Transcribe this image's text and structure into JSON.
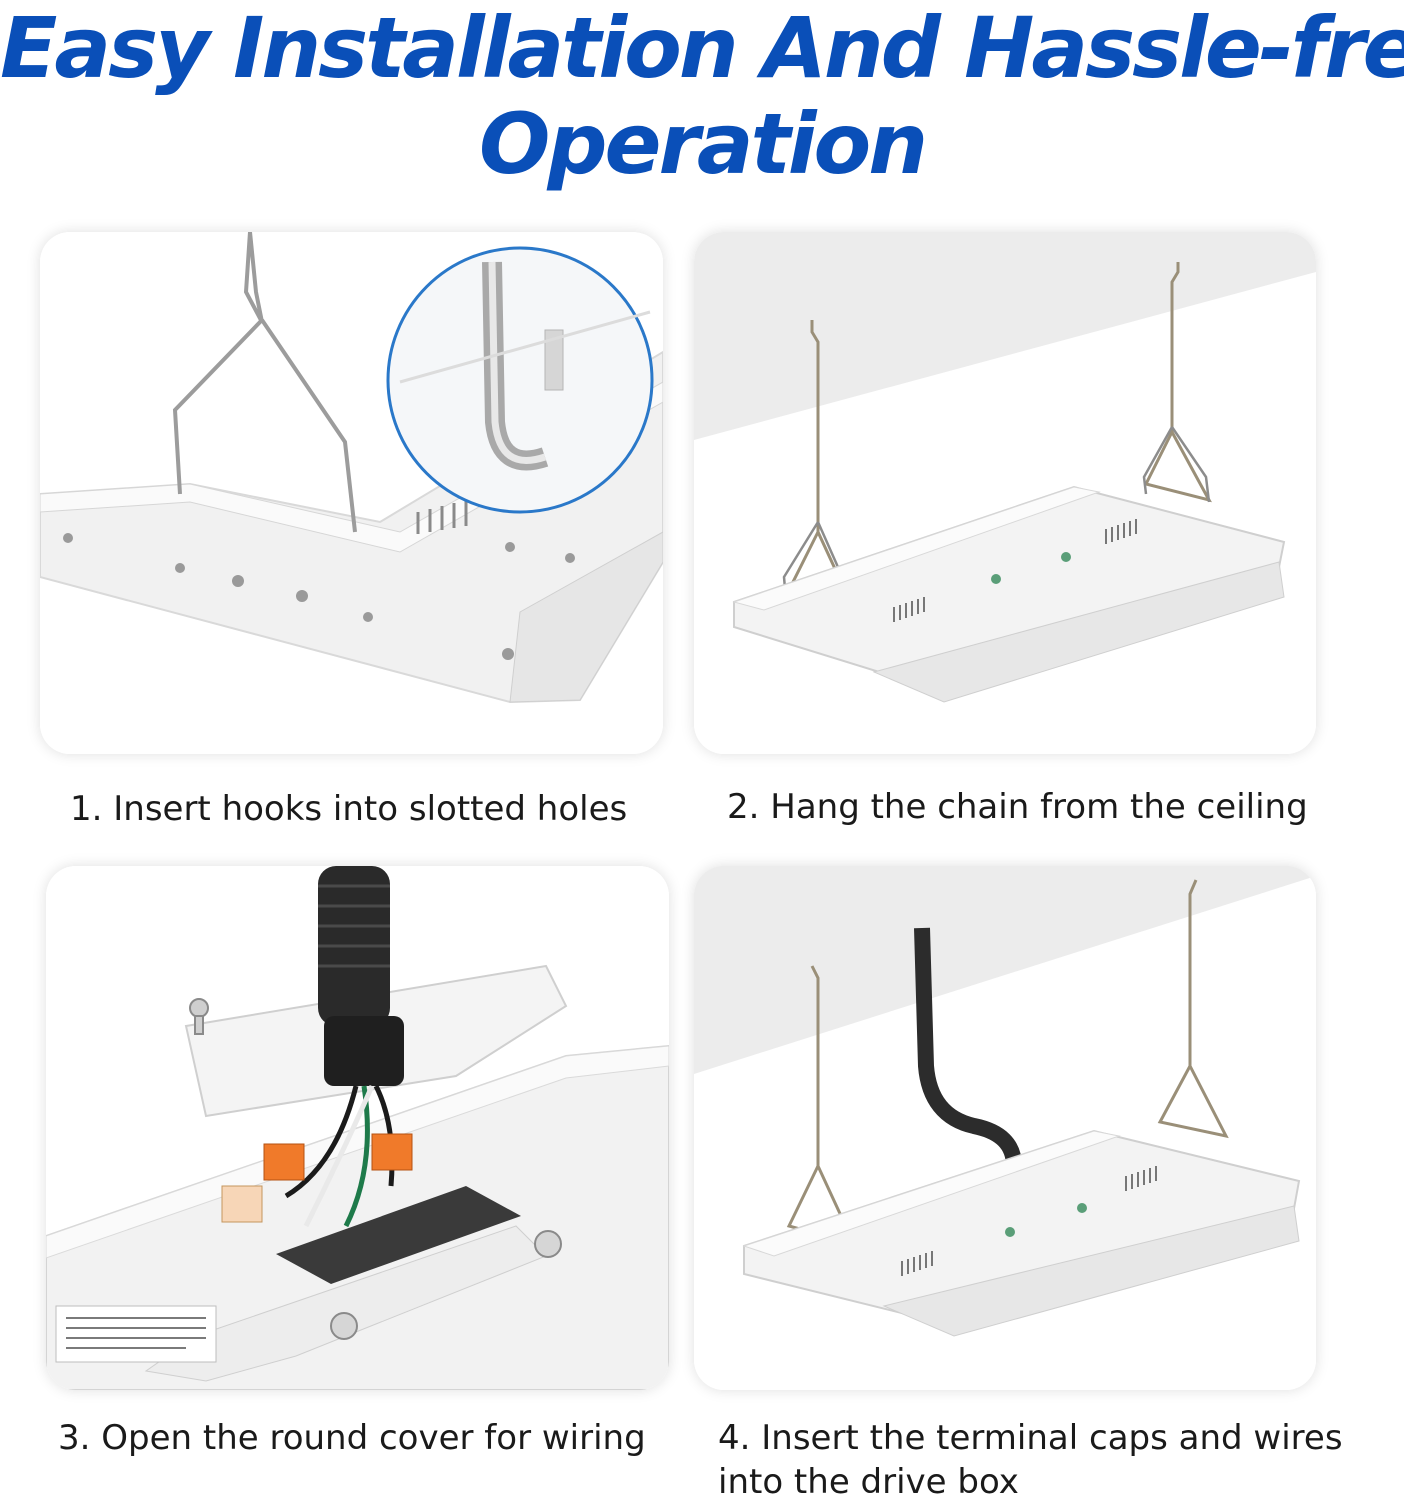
{
  "headline": {
    "line1": "Easy Installation And Hassle-free",
    "line2": "Operation"
  },
  "colors": {
    "headline": "#0a4fb8",
    "caption": "#1a1a1a",
    "fixture_white": "#f4f4f4",
    "ceiling": "#ececec"
  },
  "steps": [
    {
      "caption": "1. Insert hooks into slotted holes",
      "image": "close-up of hook wire inserted in fixture slot"
    },
    {
      "caption": "2. Hang the chain from the ceiling",
      "image": "fixture suspended by two chains from ceiling"
    },
    {
      "caption": "3. Open the round cover for wiring",
      "image": "conduit and wire connectors at open driver box"
    },
    {
      "caption": "4. Insert the terminal caps and wires",
      "caption_line2": "into the drive box",
      "image": "hanging fixture with flexible conduit attached"
    }
  ]
}
